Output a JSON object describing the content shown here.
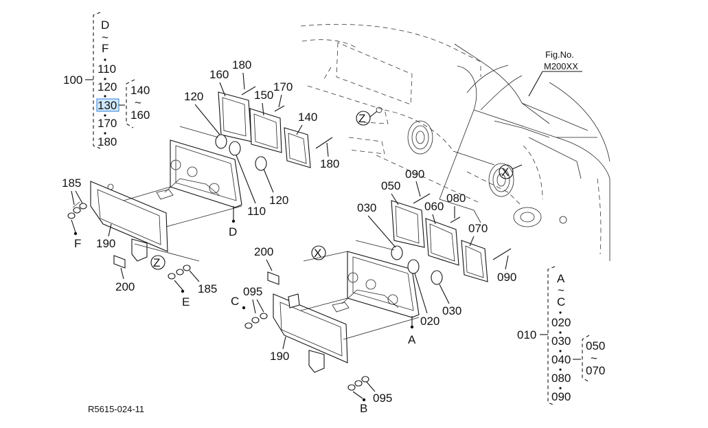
{
  "figure": {
    "fig_no_label": "Fig.No.",
    "fig_no_value": "M200XX",
    "drawing_code": "R5615-024-11"
  },
  "left_group": {
    "range_top": "D",
    "tilde": "~",
    "range_bottom": "F",
    "parent": "100",
    "bullet": "•",
    "items": [
      "110",
      "120",
      "130",
      "170",
      "180"
    ],
    "sub_range_top": "140",
    "sub_range_bottom": "160",
    "selected": "130"
  },
  "right_group": {
    "range_top": "A",
    "tilde": "~",
    "range_bottom": "C",
    "parent": "010",
    "bullet": "•",
    "items": [
      "020",
      "030",
      "040",
      "080",
      "090"
    ],
    "sub_range_top": "050",
    "sub_range_bottom": "070"
  },
  "left_callouts": {
    "c180_top": "180",
    "c160": "160",
    "c150": "150",
    "c170": "170",
    "c140": "140",
    "c120_a": "120",
    "c180_b": "180",
    "c120_b": "120",
    "c110": "110",
    "c185_a": "185",
    "c190": "190",
    "c200": "200",
    "c185_b": "185",
    "ref_d": "D",
    "ref_f": "F",
    "ref_e": "E",
    "ref_z": "Z"
  },
  "right_callouts": {
    "c090_top": "090",
    "c050": "050",
    "c080": "080",
    "c060": "060",
    "c030_a": "030",
    "c070": "070",
    "c090_b": "090",
    "c020": "020",
    "c030_b": "030",
    "c200": "200",
    "c095_a": "095",
    "c190": "190",
    "c095_b": "095",
    "ref_a": "A",
    "ref_c": "C",
    "ref_b": "B",
    "ref_x": "X"
  },
  "body_refs": {
    "ref_z": "Z",
    "ref_x": "X"
  }
}
